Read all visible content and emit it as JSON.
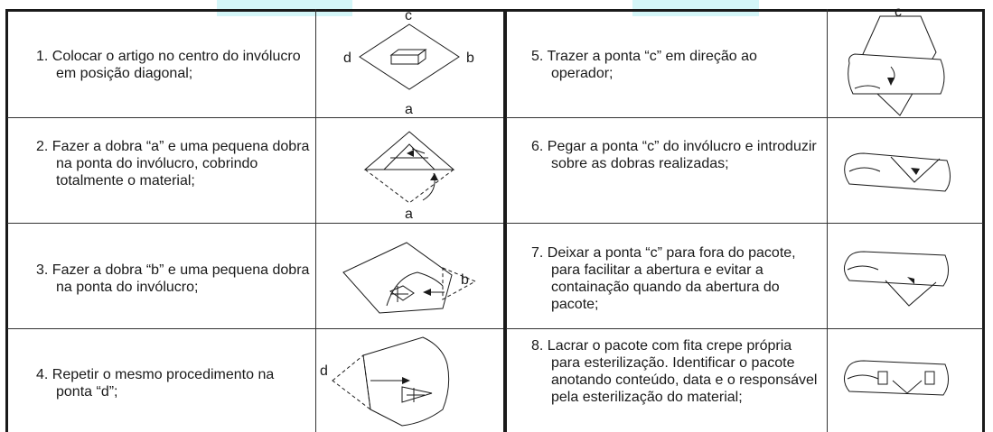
{
  "steps": [
    {
      "text": "1. Colocar o artigo no centro do invólucro em posição diagonal;",
      "labels": [
        "c",
        "d",
        "b",
        "a"
      ]
    },
    {
      "text": "2. Fazer a dobra “a” e uma pequena dobra na ponta do invólucro, cobrindo totalmente o material;",
      "labels": [
        "a"
      ]
    },
    {
      "text": "3. Fazer a dobra “b” e uma pequena dobra na ponta do invólucro;",
      "labels": [
        "b"
      ]
    },
    {
      "text": "4. Repetir o mesmo procedimento na ponta “d”;",
      "labels": [
        "d"
      ]
    },
    {
      "text": "5. Trazer a ponta “c” em direção ao operador;",
      "labels": [
        "c"
      ]
    },
    {
      "text": "6. Pegar a ponta “c” do invólucro e introduzir sobre as dobras realizadas;",
      "labels": []
    },
    {
      "text": "7. Deixar a ponta “c” para fora do pacote, para facilitar a abertura e evitar a containação quando da abertura do pacote;",
      "labels": []
    },
    {
      "text": "8. Lacrar o pacote com fita crepe própria para esterilização. Identificar o pacote anotando conteúdo, data e o responsável pela esterilização do material;",
      "labels": []
    }
  ],
  "icons": {
    "fig1": "wrap-diagonal-placement-icon",
    "fig2": "fold-a-icon",
    "fig3": "fold-b-icon",
    "fig4": "fold-d-icon",
    "fig5": "bring-c-forward-icon",
    "fig6": "tuck-c-icon",
    "fig7": "c-tip-outside-icon",
    "fig8": "taped-package-icon"
  },
  "colors": {
    "line": "#1a1a1a",
    "accent": "#d4f6f8"
  }
}
